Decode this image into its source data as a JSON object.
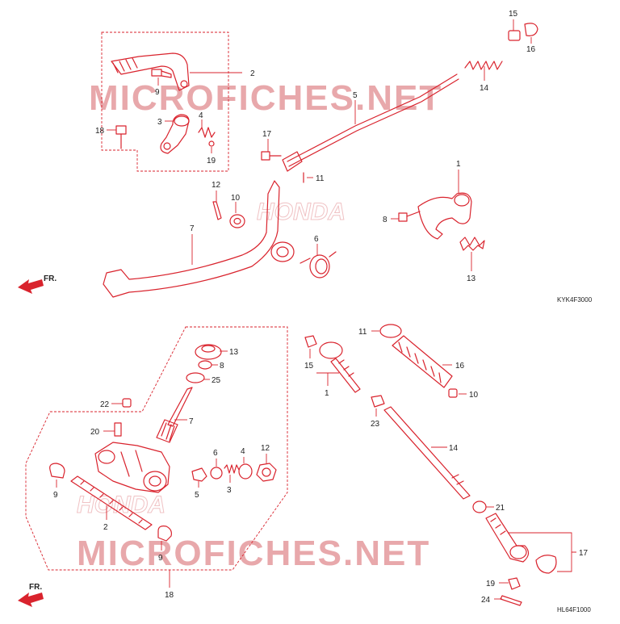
{
  "watermarks": [
    "MICROFICHES.NET",
    "MICROFICHES.NET"
  ],
  "brand_marks": [
    "HONDA",
    "HONDA"
  ],
  "diagram_codes": {
    "top": "KYK4F3000",
    "bottom": "HL64F1000"
  },
  "front_indicators": [
    "FR.",
    "FR."
  ],
  "callouts_top": {
    "c1": "1",
    "c2": "2",
    "c3": "3",
    "c4": "4",
    "c5": "5",
    "c6": "6",
    "c7": "7",
    "c8": "8",
    "c9": "9",
    "c10": "10",
    "c11": "11",
    "c12": "12",
    "c13": "13",
    "c14": "14",
    "c15": "15",
    "c16": "16",
    "c17": "17",
    "c18": "18",
    "c19": "19"
  },
  "callouts_bottom": {
    "c1": "1",
    "c2": "2",
    "c3": "3",
    "c4": "4",
    "c5": "5",
    "c6": "6",
    "c7": "7",
    "c8": "8",
    "c9a": "9",
    "c9b": "9",
    "c10": "10",
    "c11": "11",
    "c12": "12",
    "c13": "13",
    "c14": "14",
    "c15": "15",
    "c16": "16",
    "c17": "17",
    "c18": "18",
    "c19": "19",
    "c20": "20",
    "c21": "21",
    "c22": "22",
    "c23": "23",
    "c24": "24",
    "c25": "25"
  },
  "colors": {
    "line": "#d9232d",
    "watermark": "#e8a8ab",
    "text": "#222222"
  }
}
